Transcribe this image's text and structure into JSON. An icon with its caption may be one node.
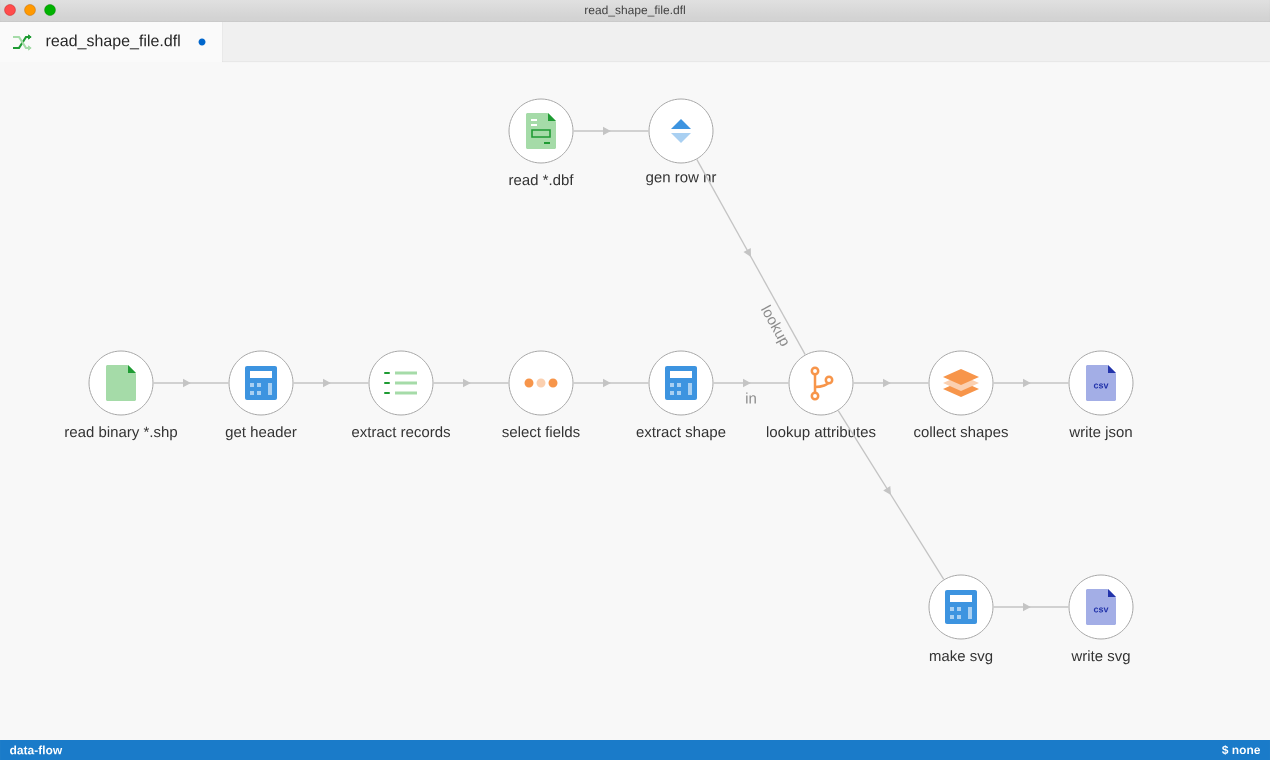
{
  "diagram": {
    "title": "read_shape_file.dfl",
    "nodes": [
      {
        "text": [
          "read *.dbf"
        ]
      },
      {
        "text": [
          "gen row nr"
        ]
      },
      {
        "text": [
          "read binary *.shp"
        ]
      },
      {
        "text": [
          "get header"
        ]
      },
      {
        "text": [
          "extract records"
        ]
      },
      {
        "text": [
          "select fields"
        ]
      },
      {
        "text": [
          "extract shape"
        ]
      },
      {
        "text": [
          "lookup attributes"
        ]
      },
      {
        "text": [
          "collect shapes"
        ]
      },
      {
        "text": [
          "write json"
        ]
      },
      {
        "text": [
          "make svg"
        ]
      },
      {
        "text": [
          "write svg"
        ]
      }
    ],
    "edges": [
      {
        "from": 0,
        "to": 1,
        "arrow": "to"
      },
      {
        "from": 1,
        "to": 7,
        "arrow": "to",
        "label": "lookup"
      },
      {
        "from": 2,
        "to": 3,
        "arrow": "to"
      },
      {
        "from": 3,
        "to": 4,
        "arrow": "to"
      },
      {
        "from": 4,
        "to": 5,
        "arrow": "to"
      },
      {
        "from": 5,
        "to": 6,
        "arrow": "to"
      },
      {
        "from": 6,
        "to": 7,
        "arrow": "to",
        "label": "in"
      },
      {
        "from": 7,
        "to": 8,
        "arrow": "to"
      },
      {
        "from": 8,
        "to": 9,
        "arrow": "to"
      },
      {
        "from": 7,
        "to": 10,
        "arrow": "to"
      },
      {
        "from": 10,
        "to": 11,
        "arrow": "to"
      }
    ],
    "labels": [
      "read_shape_file.dfl",
      "csv",
      "csv",
      "data-flow",
      "$ none"
    ]
  }
}
